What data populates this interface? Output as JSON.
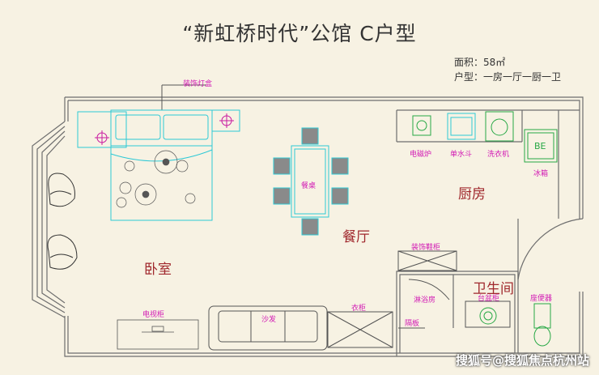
{
  "title": "“新虹桥时代”公馆    C户型",
  "info": {
    "area": "面积：58㎡",
    "layout": "户型：一房一厅一厨一卫"
  },
  "rooms": {
    "bedroom": "卧室",
    "dining": "餐厅",
    "kitchen": "厨房",
    "bathroom": "卫生间"
  },
  "furniture": {
    "light_box": "装饰灯盒",
    "dining_table": "餐桌",
    "induction_cooker": "电磁炉",
    "sink": "单水斗",
    "washer": "洗衣机",
    "fridge": "冰箱",
    "fridge_mark": "BE",
    "shoe_cabinet": "装饰鞋柜",
    "shower": "淋浴房",
    "basin": "台盆柜",
    "toilet": "座便器",
    "tv_cabinet": "电视柜",
    "sofa": "沙发",
    "wardrobe": "衣柜",
    "partition": "隔板"
  },
  "watermark": "搜狐号@搜狐焦点杭州站",
  "colors": {
    "wall": "#6e6e6e",
    "furniture_cyan": "#2ec9d6",
    "fixture_green": "#27a845",
    "label_magenta": "#d21ab4",
    "room_red": "#a0282d"
  }
}
